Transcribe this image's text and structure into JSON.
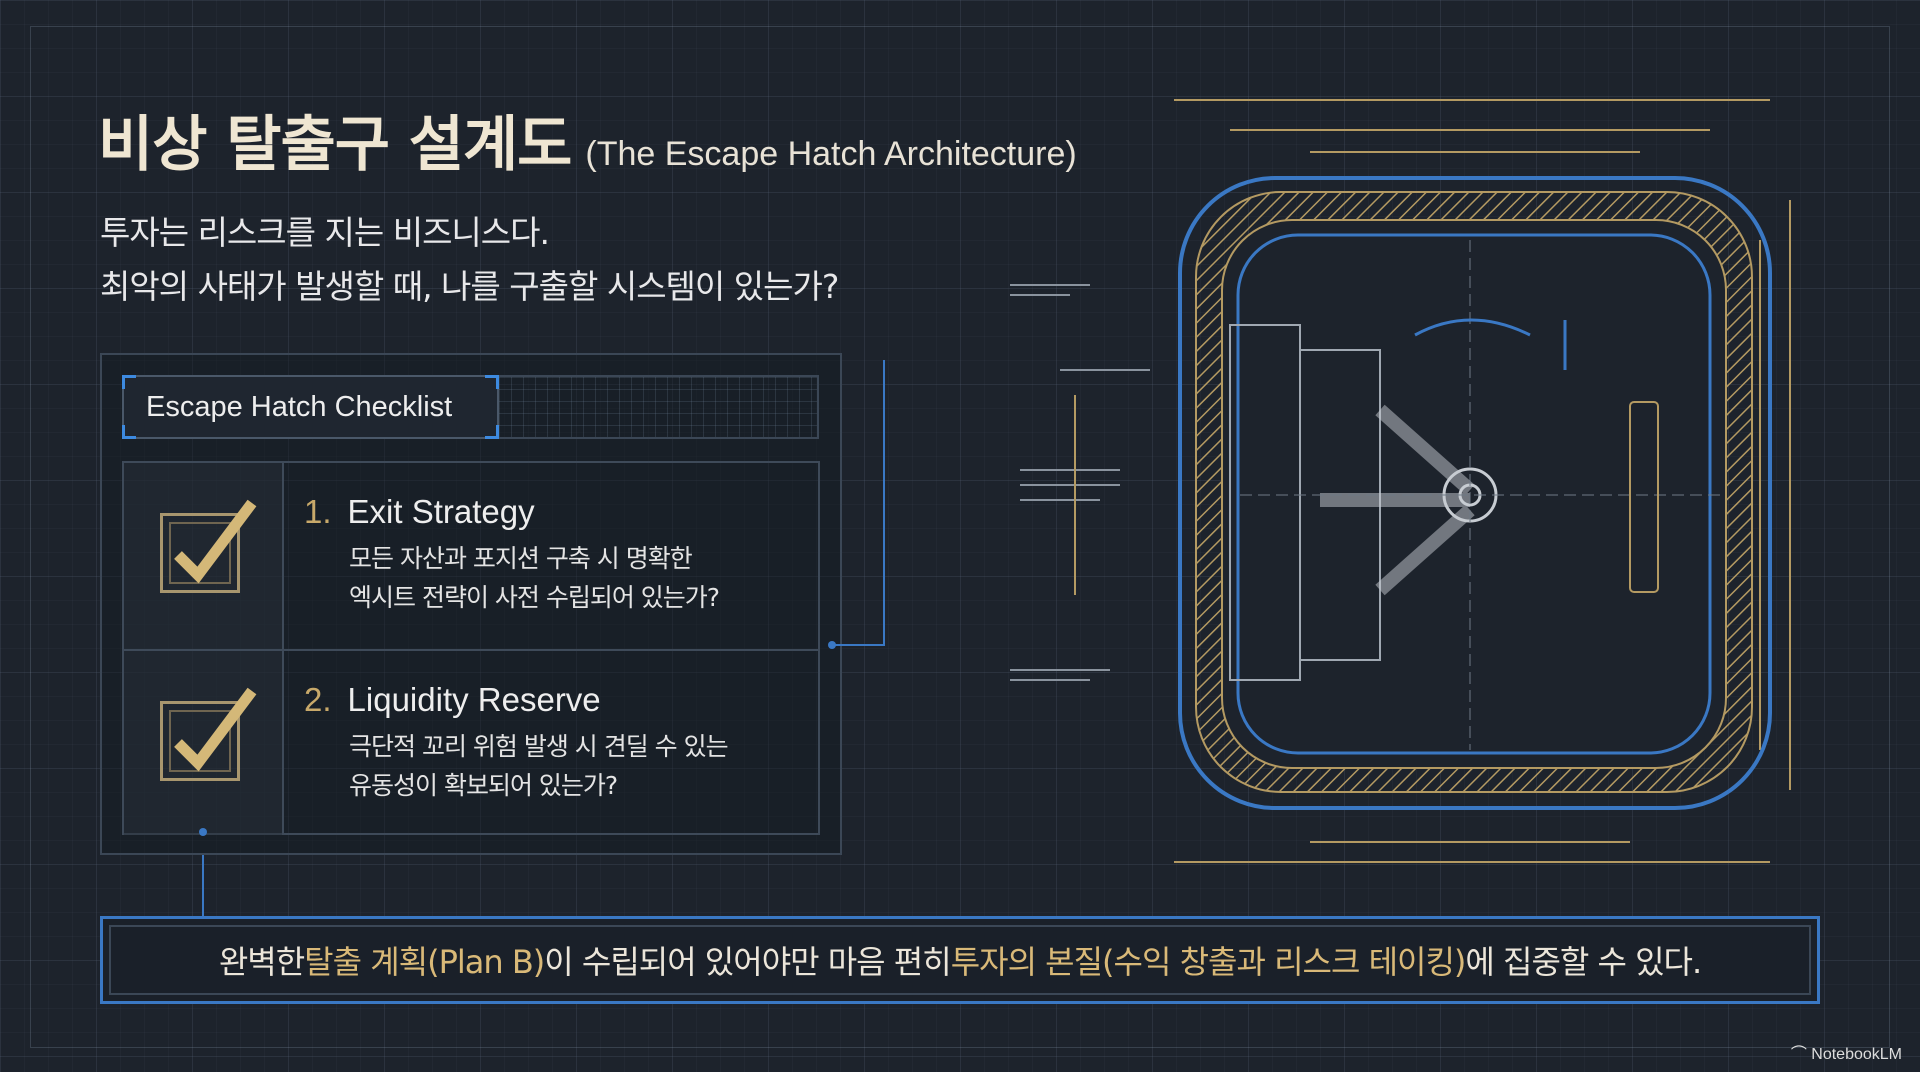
{
  "title": {
    "korean": "비상 탈출구 설계도",
    "english": "(The Escape Hatch Architecture)"
  },
  "subtitle": [
    "투자는 리스크를 지는 비즈니스다.",
    "최악의 사태가 발생할 때, 나를 구출할 시스템이 있는가?"
  ],
  "checklist": {
    "header": "Escape Hatch Checklist",
    "items": [
      {
        "number": "1.",
        "title": "Exit Strategy",
        "desc": [
          "모든 자산과 포지션 구축 시 명확한",
          "엑시트 전략이 사전 수립되어 있는가?"
        ],
        "checked": true
      },
      {
        "number": "2.",
        "title": "Liquidity Reserve",
        "desc": [
          "극단적 꼬리 위험 발생 시 견딜 수 있는",
          "유동성이 확보되어 있는가?"
        ],
        "checked": true
      }
    ]
  },
  "banner": {
    "p1": "완벽한 ",
    "h1": "탈출 계획(Plan B)",
    "p2": "이 수립되어 있어야만 마음 편히 ",
    "h2": "투자의 본질(수익 창출과 리스크 테이킹)",
    "p3": "에 집중할 수 있다."
  },
  "watermark": "NotebookLM",
  "colors": {
    "accent_gold": "#d9b978",
    "accent_blue": "#3a78c4",
    "background": "#1d232c"
  }
}
